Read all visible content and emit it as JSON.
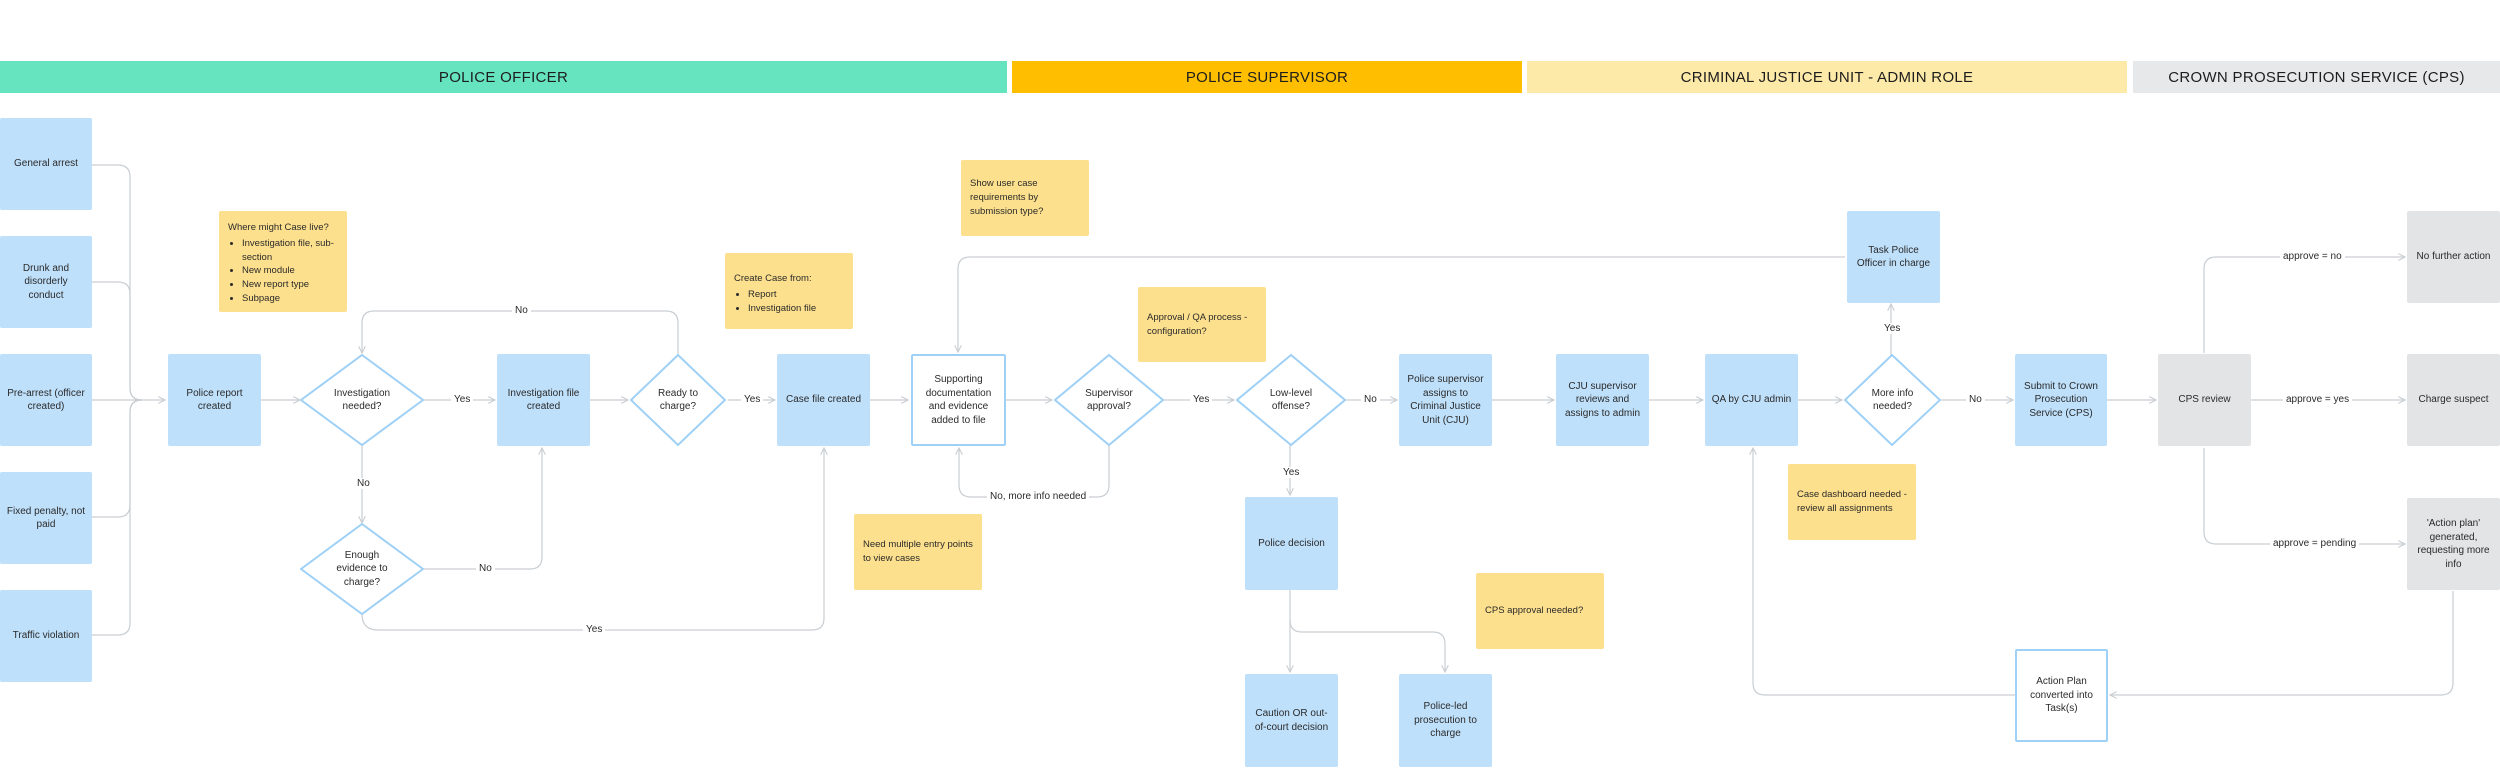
{
  "lanes": {
    "officer": "POLICE OFFICER",
    "supervisor": "POLICE SUPERVISOR",
    "cju": "CRIMINAL JUSTICE UNIT - ADMIN ROLE",
    "cps": "CROWN PROSECUTION SERVICE (CPS)"
  },
  "colors": {
    "officer_lane": "#66e3bf",
    "supervisor_lane": "#ffbf00",
    "cju_lane": "#fde9a8",
    "cps_lane": "#e6e8ea",
    "process_box": "#bfe0fb",
    "decision_stroke": "#9fd0f6",
    "note": "#fde08d",
    "cps_box": "#e3e4e6",
    "connector": "#c9ced3"
  },
  "nodes": {
    "general_arrest": "General arrest",
    "drunk": "Drunk and disorderly conduct",
    "prearrest": "Pre-arrest (officer created)",
    "fixed_penalty": "Fixed penalty, not paid",
    "traffic": "Traffic violation",
    "police_report": "Police report created",
    "investigation_needed": "Investigation needed?",
    "enough_evidence": "Enough evidence to charge?",
    "investigation_file": "Investigation file created",
    "ready_to_charge": "Ready to charge?",
    "case_file": "Case file created",
    "supporting_docs": "Supporting documentation and evidence added to file",
    "supervisor_approval": "Supervisor approval?",
    "low_level": "Low-level offense?",
    "police_decision": "Police decision",
    "caution": "Caution OR out-of-court decision",
    "police_led": "Police-led prosecution to charge",
    "assigns_cju": "Police supervisor assigns to Criminal Justice Unit (CJU)",
    "cju_supervisor": "CJU supervisor reviews and assigns to admin",
    "qa_cju": "QA by CJU admin",
    "more_info": "More info needed?",
    "task_officer": "Task Police Officer in charge",
    "submit_cps": "Submit to Crown Prosecution Service (CPS)",
    "action_plan_tasks": "Action Plan converted into Task(s)",
    "cps_review": "CPS review",
    "no_further": "No further action",
    "charge_suspect": "Charge suspect",
    "action_plan_generated": "'Action plan' generated, requesting more info"
  },
  "labels": {
    "yes1": "Yes",
    "no1": "No",
    "no_loop": "No",
    "no_evidence": "No",
    "yes_evidence": "Yes",
    "yes_ready": "Yes",
    "no_more_info": "No, more info needed",
    "yes_approval": "Yes",
    "no_lowlevel": "No",
    "yes_lowlevel": "Yes",
    "no_moreinfo": "No",
    "yes_moreinfo": "Yes",
    "approve_no": "approve = no",
    "approve_yes": "approve = yes",
    "approve_pending": "approve = pending"
  },
  "notes": {
    "case_live_title": "Where might Case live?",
    "case_live_items": [
      "Investigation file, sub-section",
      "New module",
      "New report type",
      "Subpage"
    ],
    "create_case_title": "Create Case from:",
    "create_case_items": [
      "Report",
      "Investigation file"
    ],
    "show_requirements": "Show user case requirements by submission type?",
    "approval_qa": "Approval / QA process - configuration?",
    "multiple_entry": "Need multiple entry points to view cases",
    "cps_approval": "CPS approval needed?",
    "case_dashboard": "Case dashboard needed - review all assignments"
  }
}
